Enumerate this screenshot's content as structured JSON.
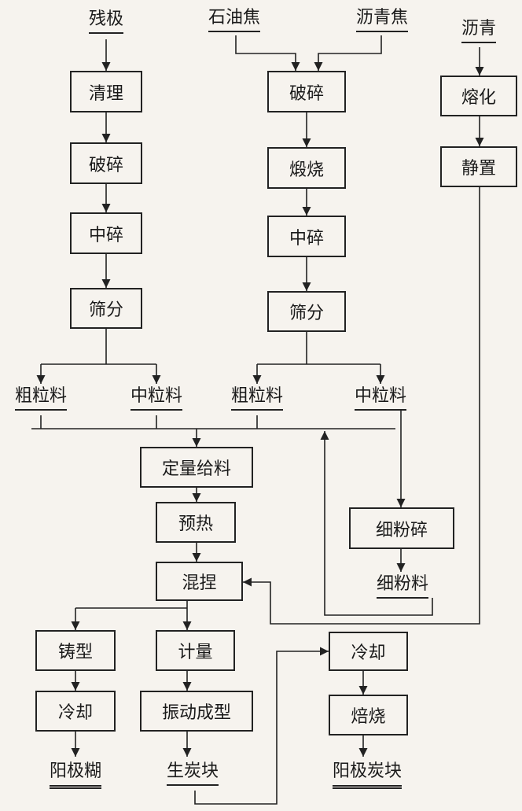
{
  "sources": {
    "anode_scrap": "残极",
    "petroleum_coke": "石油焦",
    "pitch_coke": "沥青焦",
    "pitch": "沥青"
  },
  "steps": {
    "clean": "清理",
    "crush_left": "破碎",
    "mid_crush_left": "中碎",
    "screen_left": "筛分",
    "crush_mid": "破碎",
    "calcine": "煅烧",
    "mid_crush_mid": "中碎",
    "screen_mid": "筛分",
    "melt": "熔化",
    "settle": "静置",
    "dosing": "定量给料",
    "preheat": "预热",
    "knead": "混捏",
    "fine_grind": "细粉碎",
    "cast": "铸型",
    "cool_left": "冷却",
    "meter": "计量",
    "vibro_form": "振动成型",
    "cool_right": "冷却",
    "bake": "焙烧"
  },
  "materials": {
    "coarse_left": "粗粒料",
    "medium_left": "中粒料",
    "coarse_mid": "粗粒料",
    "medium_mid": "中粒料",
    "fine_powder": "细粉料",
    "green_block": "生炭块"
  },
  "products": {
    "anode_paste": "阳极糊",
    "anode_block": "阳极炭块"
  }
}
